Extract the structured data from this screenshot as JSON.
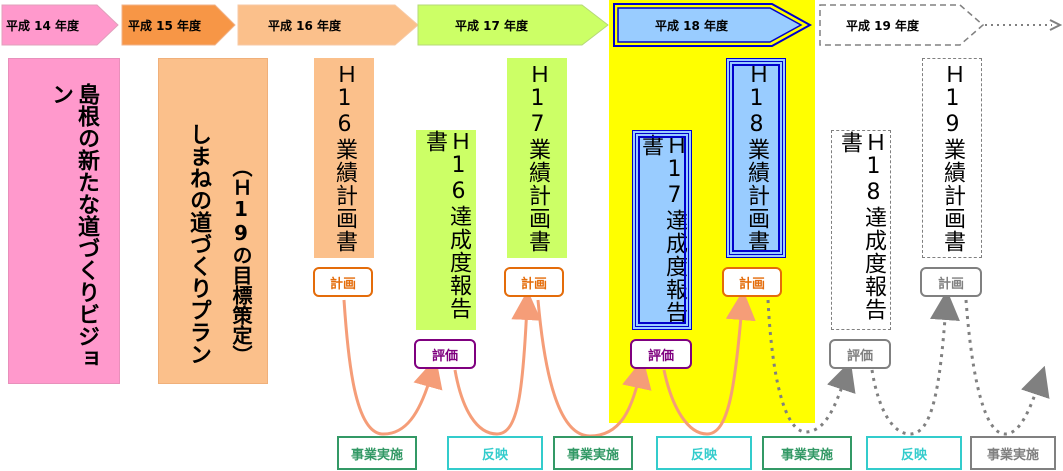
{
  "years": [
    {
      "label": "平成 14 年度"
    },
    {
      "label": "平成 15 年度"
    },
    {
      "label": "平成 16 年度"
    },
    {
      "label": "平成 17 年度"
    },
    {
      "label": "平成 18 年度"
    },
    {
      "label": "平成 19 年度"
    }
  ],
  "vision": "島根の新たな道づくりビジョン",
  "plan": {
    "line1": "しまねの道づくりプラン",
    "line2": "（Ｈ19の目標策定）"
  },
  "docs": {
    "h16_plan": "Ｈ16業績計画書",
    "h16_report": "Ｈ16達成度報告書",
    "h17_plan": "Ｈ17業績計画書",
    "h17_report": "Ｈ17達成度報告書",
    "h18_plan": "Ｈ18業績計画書",
    "h18_report": "Ｈ18達成度報告書",
    "h19_plan": "Ｈ19業績計画書"
  },
  "badges": {
    "plan": "計画",
    "eval": "評価"
  },
  "actions": {
    "implement": "事業実施",
    "reflect": "反映"
  },
  "colors": {
    "pink": "#ff99cc",
    "salmon": "#f79646",
    "peach": "#fbc08b",
    "lime": "#ccff66",
    "blue": "#99ccff",
    "navy": "#0000cc",
    "yellow": "#ffff00",
    "orange_border": "#e46c0a",
    "purple": "#7f007f",
    "green": "#339966",
    "teal": "#33cccc",
    "gray": "#808080",
    "arrow": "#f59d78"
  }
}
